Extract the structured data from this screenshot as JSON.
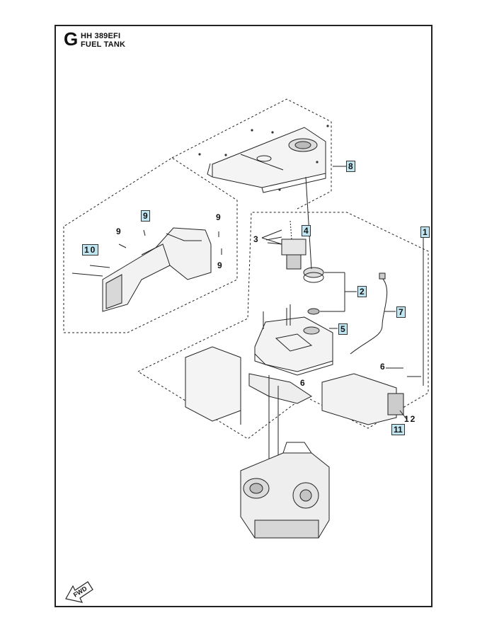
{
  "section": {
    "letter": "G",
    "model": "HH 389EFI",
    "title": "FUEL TANK"
  },
  "callouts": {
    "c1": "1",
    "c2": "2",
    "c3": "3",
    "c4": "4",
    "c5": "5",
    "c6a": "6",
    "c6b": "6",
    "c7": "7",
    "c8": "8",
    "c9a": "9",
    "c9b": "9",
    "c9c": "9",
    "c9d": "9",
    "c10": "10",
    "c11": "11",
    "c12": "12"
  },
  "fwd_label": "FWD",
  "colors": {
    "callout_fill": "#bfe6f1",
    "line": "#222222"
  }
}
